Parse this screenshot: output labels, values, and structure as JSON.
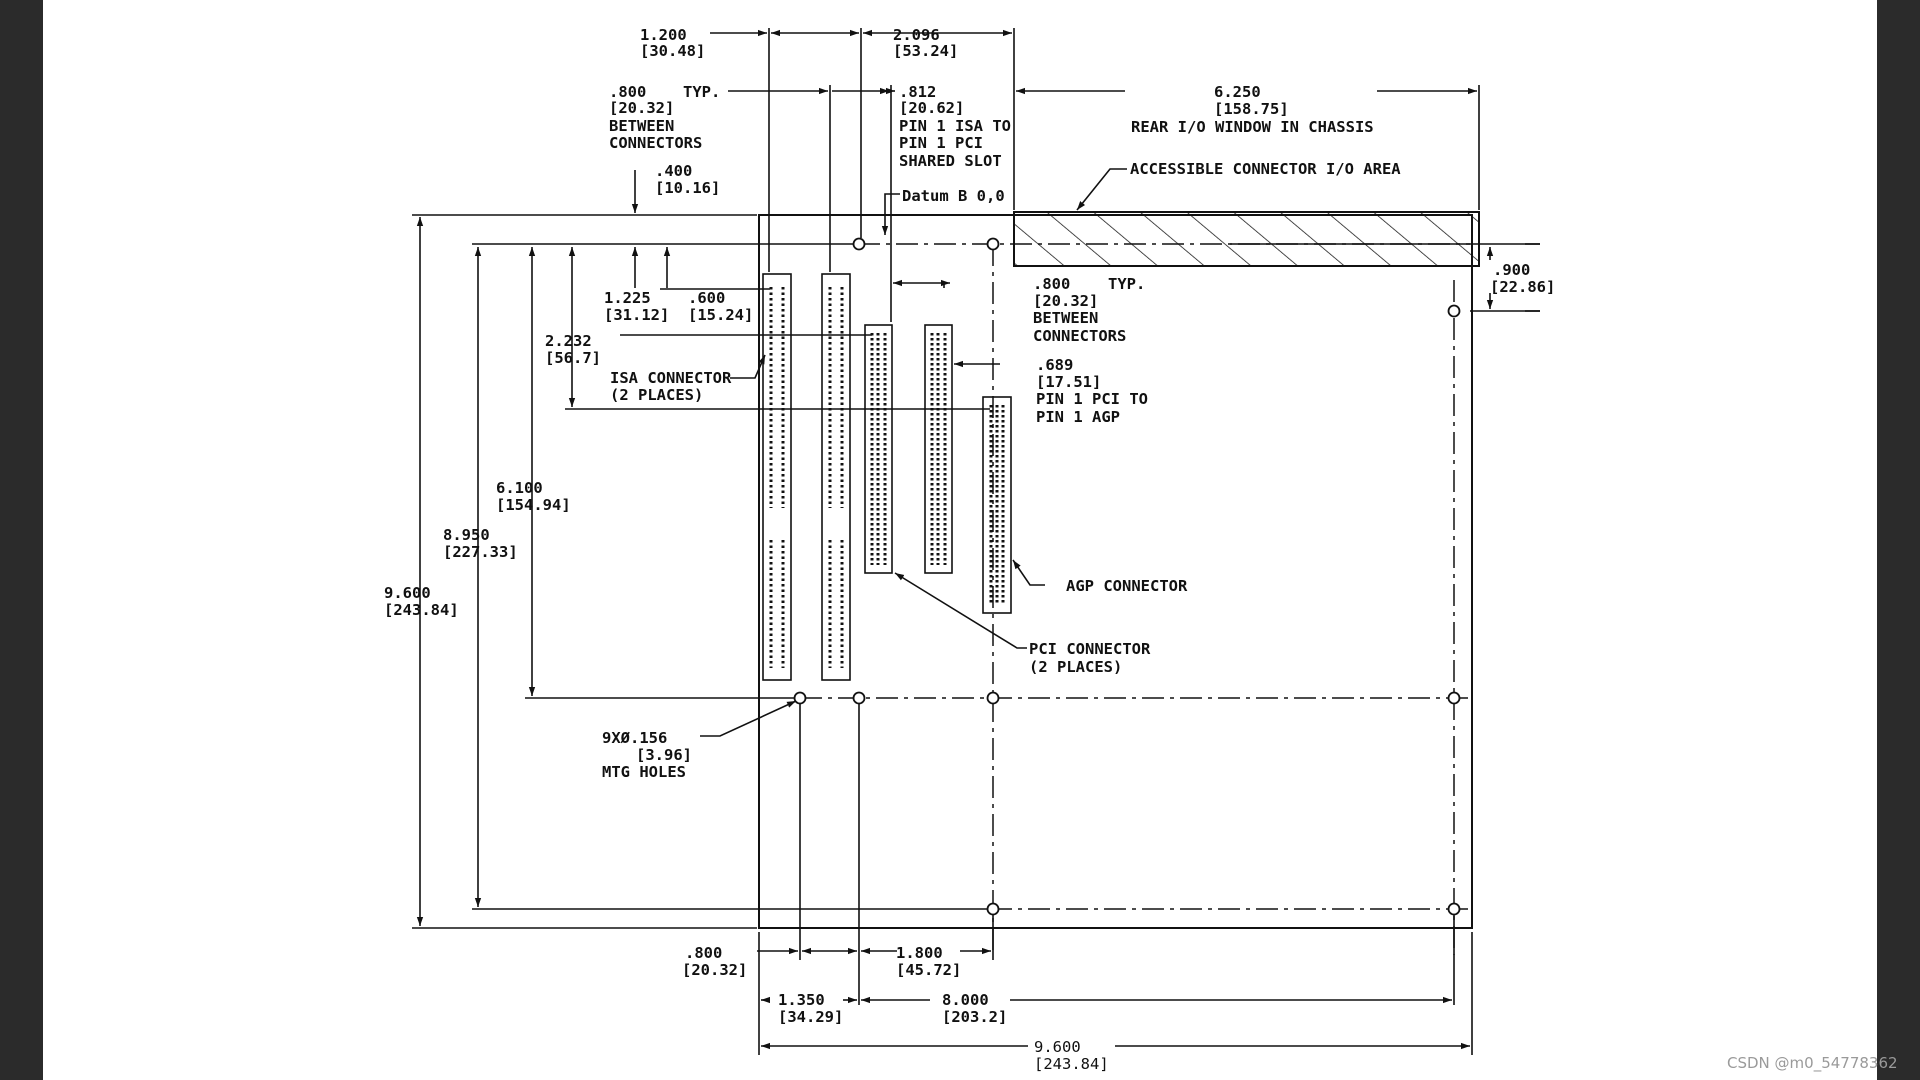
{
  "labels": {
    "d1200_in": "1.200",
    "d1200_mm": "[30.48]",
    "d2096_in": "2.096",
    "d2096_mm": "[53.24]",
    "d800top_in": ".800",
    "typ_top": "TYP.",
    "d800top_mm": "[20.32]",
    "between_top_1": "BETWEEN",
    "between_top_2": "CONNECTORS",
    "d812_in": ".812",
    "d812_mm": "[20.62]",
    "d812_n1": "PIN 1 ISA TO",
    "d812_n2": "PIN 1 PCI",
    "d812_n3": "SHARED SLOT",
    "d6250_in": "6.250",
    "d6250_mm": "[158.75]",
    "d6250_note": "REAR I/O WINDOW IN CHASSIS",
    "accessible_area": "ACCESSIBLE CONNECTOR I/O AREA",
    "d400_in": ".400",
    "d400_mm": "[10.16]",
    "datum": "Datum B 0,0",
    "d1225_in": "1.225",
    "d1225_mm": "[31.12]",
    "d600_in": ".600",
    "d600_mm": "[15.24]",
    "d2232_in": "2.232",
    "d2232_mm": "[56.7]",
    "isa_1": "ISA CONNECTOR",
    "isa_2": "(2 PLACES)",
    "d800mid_in": ".800",
    "typ_mid": "TYP.",
    "d800mid_mm": "[20.32]",
    "between_mid_1": "BETWEEN",
    "between_mid_2": "CONNECTORS",
    "d900_in": ".900",
    "d900_mm": "[22.86]",
    "d689_in": ".689",
    "d689_mm": "[17.51]",
    "d689_n1": "PIN 1 PCI TO",
    "d689_n2": "PIN 1 AGP",
    "d6100_in": "6.100",
    "d6100_mm": "[154.94]",
    "d8950_in": "8.950",
    "d8950_mm": "[227.33]",
    "d9600v_in": "9.600",
    "d9600v_mm": "[243.84]",
    "agp": "AGP CONNECTOR",
    "pci_1": "PCI CONNECTOR",
    "pci_2": "(2 PLACES)",
    "mtg_1": "9XØ.156",
    "mtg_2": "[3.96]",
    "mtg_3": "MTG HOLES",
    "d800bot_in": ".800",
    "d800bot_mm": "[20.32]",
    "d1800_in": "1.800",
    "d1800_mm": "[45.72]",
    "d1350_in": "1.350",
    "d1350_mm": "[34.29]",
    "d8000_in": "8.000",
    "d8000_mm": "[203.2]",
    "d9600h_in": "9.600",
    "d9600h_mm": "[243.84]"
  },
  "watermark": "CSDN @m0_54778362"
}
